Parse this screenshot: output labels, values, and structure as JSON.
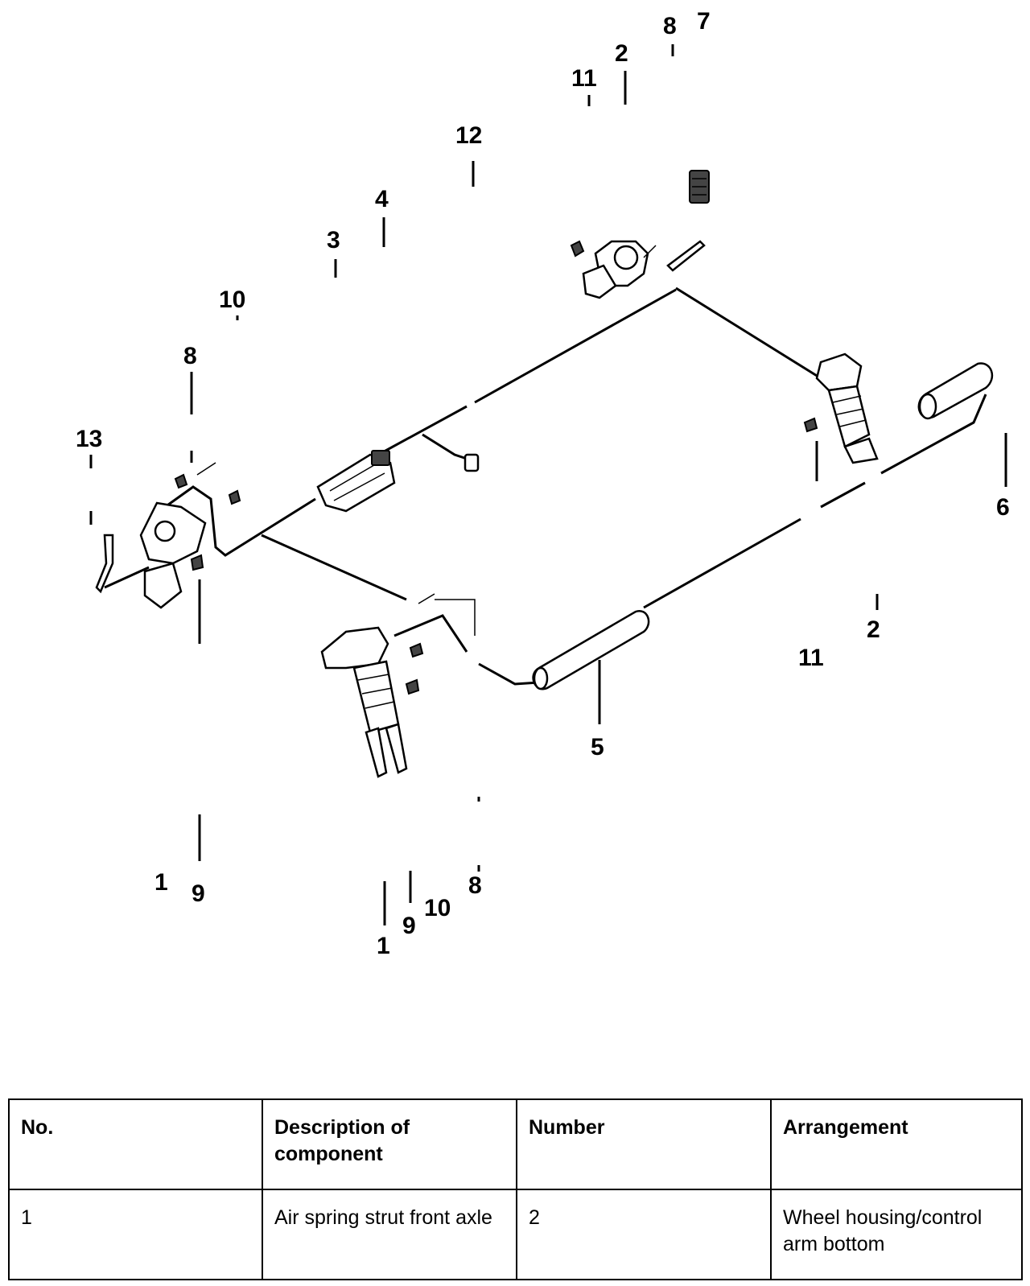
{
  "diagram": {
    "callouts": [
      {
        "id": "c-8-top",
        "text": "8"
      },
      {
        "id": "c-7-top",
        "text": "7"
      },
      {
        "id": "c-2-top",
        "text": "2"
      },
      {
        "id": "c-11-top",
        "text": "11"
      },
      {
        "id": "c-12",
        "text": "12"
      },
      {
        "id": "c-4",
        "text": "4"
      },
      {
        "id": "c-3",
        "text": "3"
      },
      {
        "id": "c-10-left",
        "text": "10"
      },
      {
        "id": "c-8-left",
        "text": "8"
      },
      {
        "id": "c-13",
        "text": "13"
      },
      {
        "id": "c-6",
        "text": "6"
      },
      {
        "id": "c-2-right",
        "text": "2"
      },
      {
        "id": "c-11-right",
        "text": "11"
      },
      {
        "id": "c-5",
        "text": "5"
      },
      {
        "id": "c-1-left",
        "text": "1"
      },
      {
        "id": "c-9-left",
        "text": "9"
      },
      {
        "id": "c-8-bottom",
        "text": "8"
      },
      {
        "id": "c-10-bottom",
        "text": "10"
      },
      {
        "id": "c-9-bottom",
        "text": "9"
      },
      {
        "id": "c-1-bottom",
        "text": "1"
      }
    ]
  },
  "table": {
    "headers": [
      "No.",
      "Description of component",
      "Number",
      "Arrangement"
    ],
    "rows": [
      [
        "1",
        "Air spring strut front axle",
        "2",
        "Wheel housing/control arm bottom"
      ]
    ]
  }
}
